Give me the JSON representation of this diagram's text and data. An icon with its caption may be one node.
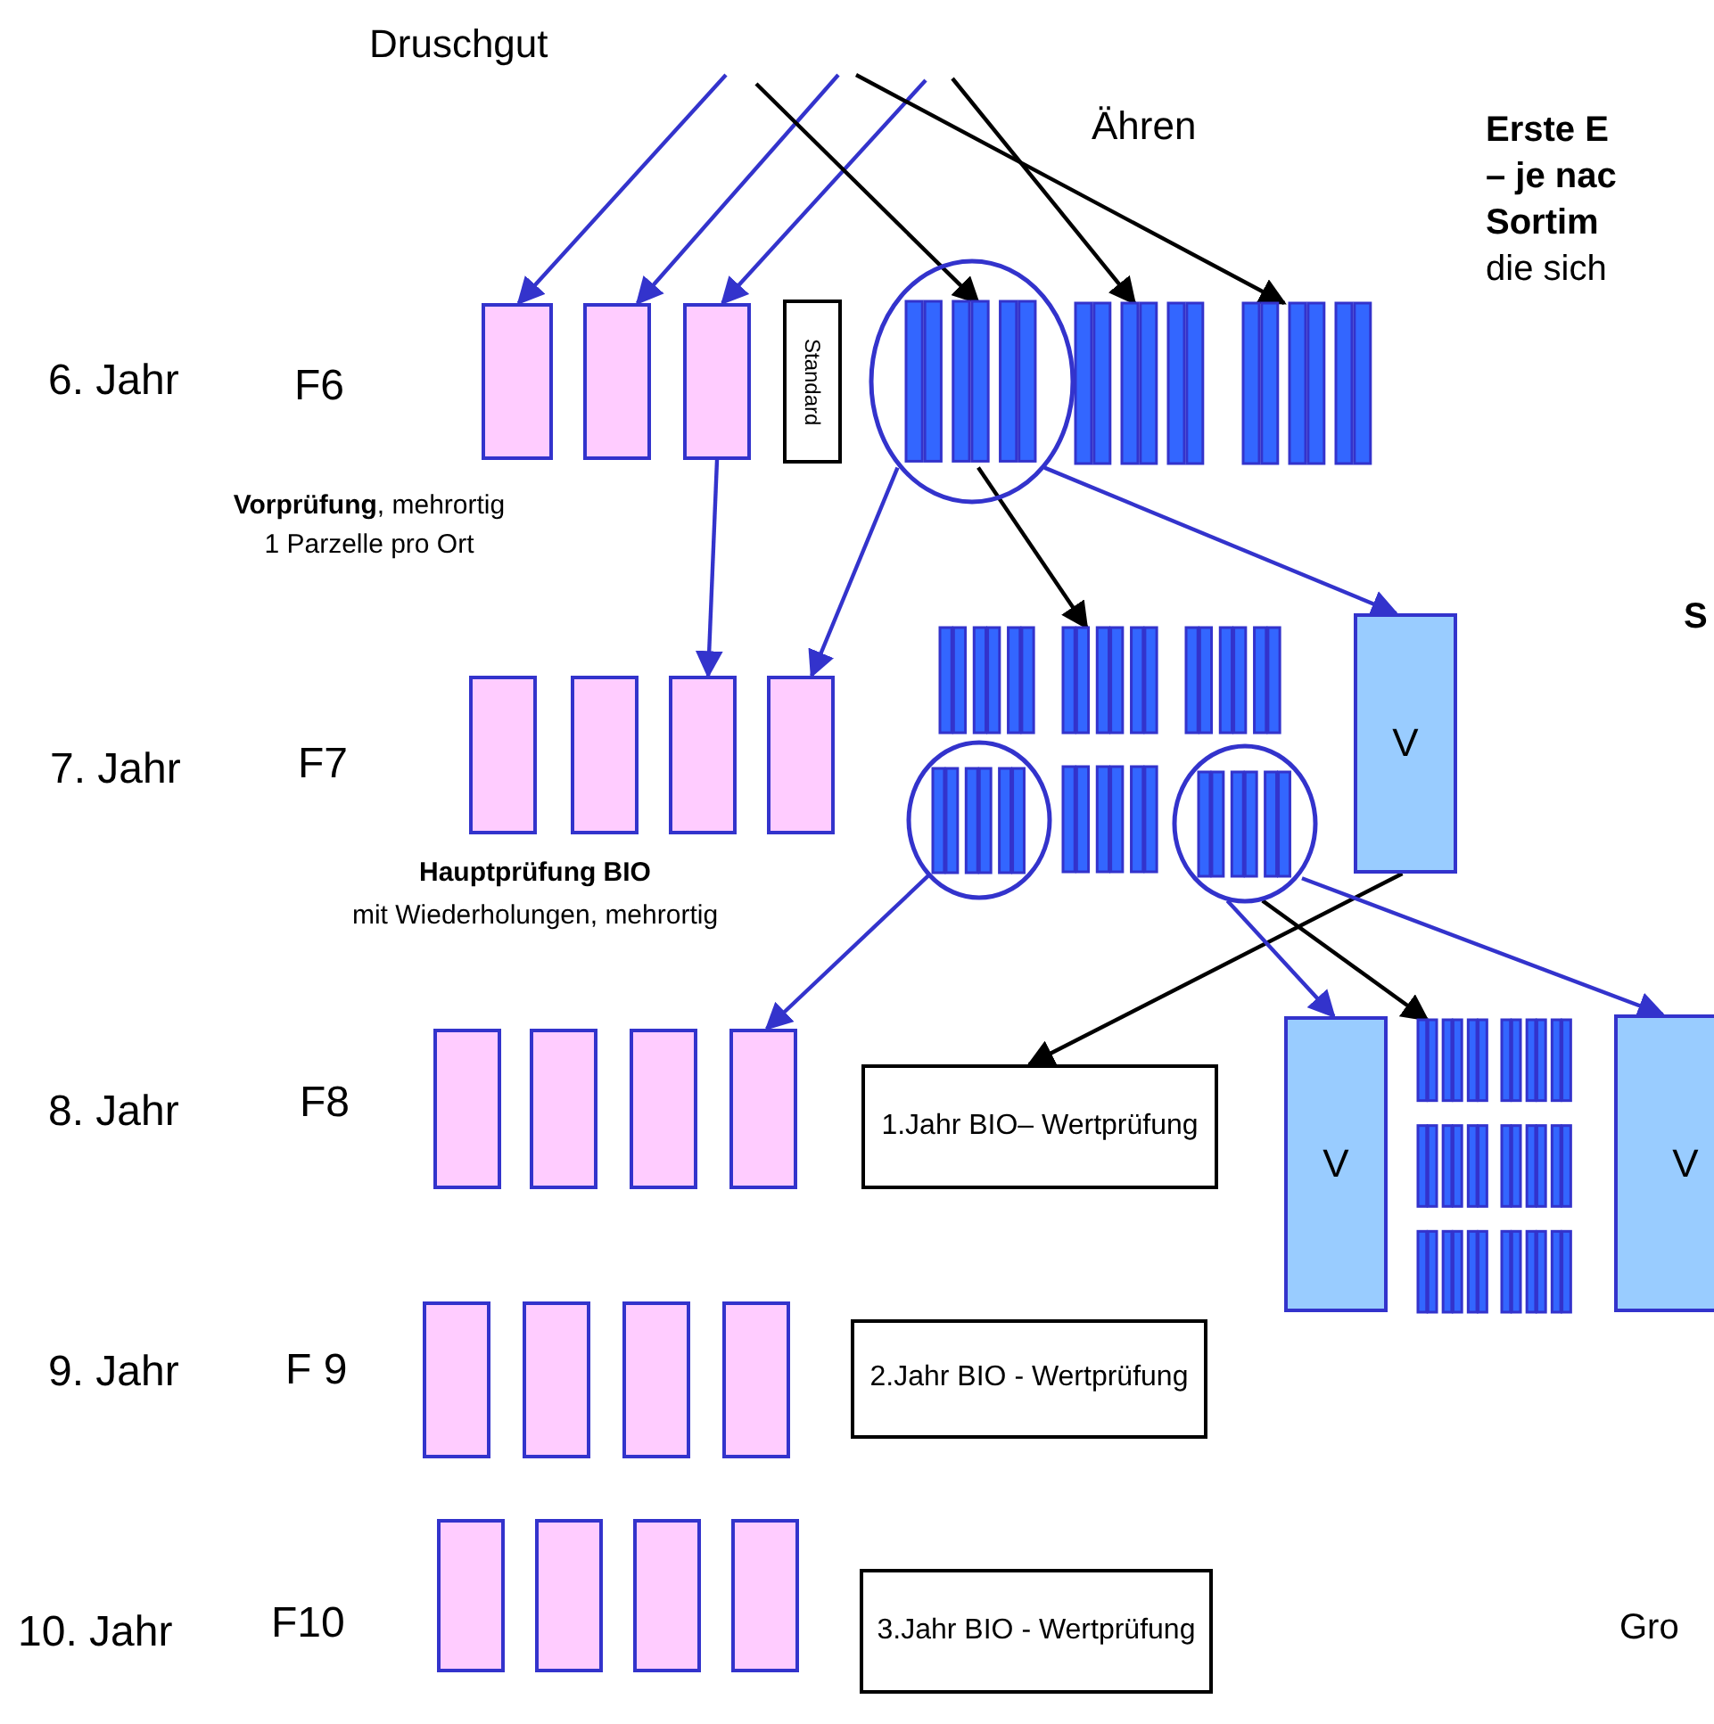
{
  "diagram": {
    "nodes": [
      {
        "text": [],
        "shape": "box"
      },
      {
        "text": [],
        "shape": "box"
      },
      {
        "text": [],
        "shape": "box"
      },
      {
        "text": [
          "Standard"
        ]
      },
      {
        "text": [],
        "shape": "circle"
      },
      {
        "text": [],
        "shape": "bar"
      },
      {
        "text": [],
        "shape": "bar"
      },
      {
        "text": [],
        "shape": "box"
      },
      {
        "text": [],
        "shape": "box"
      },
      {
        "text": [],
        "shape": "box"
      },
      {
        "text": [],
        "shape": "box"
      },
      {
        "text": [],
        "shape": "bar"
      },
      {
        "text": [],
        "shape": "bar"
      },
      {
        "text": [],
        "shape": "bar"
      },
      {
        "text": [],
        "shape": "circle"
      },
      {
        "text": [],
        "shape": "bar"
      },
      {
        "text": [],
        "shape": "circle"
      },
      {
        "text": [
          "V"
        ]
      },
      {
        "text": [],
        "shape": "box"
      },
      {
        "text": [],
        "shape": "box"
      },
      {
        "text": [],
        "shape": "box"
      },
      {
        "text": [],
        "shape": "box"
      },
      {
        "text": [
          "1.Jahr BIO– Wertprüfung"
        ]
      },
      {
        "text": [
          "V"
        ]
      },
      {
        "text": [],
        "shape": "bar"
      },
      {
        "text": [
          "V"
        ]
      },
      {
        "text": [],
        "shape": "box"
      },
      {
        "text": [],
        "shape": "box"
      },
      {
        "text": [],
        "shape": "box"
      },
      {
        "text": [],
        "shape": "box"
      },
      {
        "text": [
          "2.Jahr BIO - Wertprüfung"
        ]
      },
      {
        "text": [],
        "shape": "box"
      },
      {
        "text": [],
        "shape": "box"
      },
      {
        "text": [],
        "shape": "box"
      },
      {
        "text": [],
        "shape": "box"
      },
      {
        "text": [
          "3.Jahr BIO - Wertprüfung"
        ]
      }
    ],
    "edges": [
      {
        "from": null,
        "to": 0,
        "arrow": "to"
      },
      {
        "from": null,
        "to": 1,
        "arrow": "to"
      },
      {
        "from": null,
        "to": 2,
        "arrow": "to"
      },
      {
        "from": null,
        "to": 4,
        "arrow": "to",
        "color": "#000000"
      },
      {
        "from": null,
        "to": 5,
        "arrow": "to",
        "color": "#000000"
      },
      {
        "from": null,
        "to": 6,
        "arrow": "to",
        "color": "#000000"
      },
      {
        "from": 2,
        "to": 9,
        "arrow": "to"
      },
      {
        "from": 4,
        "to": 10,
        "arrow": "to"
      },
      {
        "from": 4,
        "to": 12,
        "arrow": "to",
        "color": "#000000"
      },
      {
        "from": 4,
        "to": 17,
        "arrow": "to"
      },
      {
        "from": 14,
        "to": 21,
        "arrow": "to"
      },
      {
        "from": 17,
        "to": 22,
        "arrow": "to",
        "color": "#000000"
      },
      {
        "from": 16,
        "to": 23,
        "arrow": "to"
      },
      {
        "from": 16,
        "to": 24,
        "arrow": "to",
        "color": "#000000"
      },
      {
        "from": 16,
        "to": 25,
        "arrow": "to"
      }
    ],
    "labels": [
      "Druschgut",
      "Ähren",
      "Erste E",
      "– je nac",
      "Sortim",
      "die sich",
      "6. Jahr",
      "F6",
      "**Vorprüfung**, mehrortig",
      "1 Parzelle pro Ort",
      "S",
      "7. Jahr",
      "F7",
      "Hauptprüfung BIO",
      "mit Wiederholungen, mehrortig",
      "8. Jahr",
      "F8",
      "9. Jahr",
      "F 9",
      "10. Jahr",
      "F10",
      "Gro"
    ]
  }
}
